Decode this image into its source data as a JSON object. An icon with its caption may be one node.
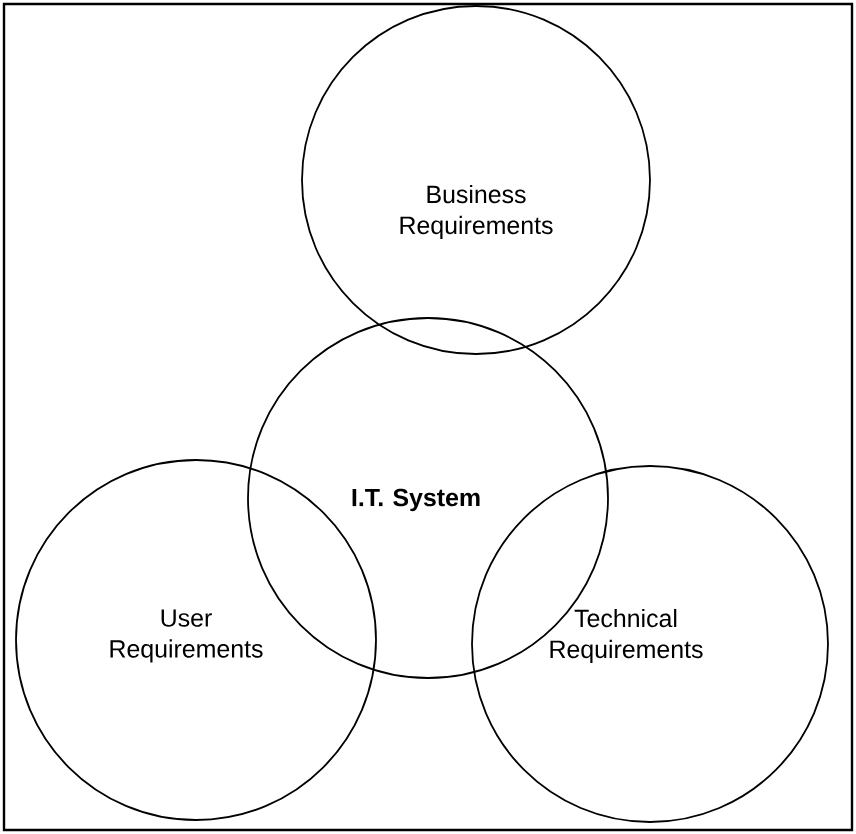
{
  "diagram": {
    "nodes": [
      {
        "text": [
          "Business Requirements"
        ]
      },
      {
        "text": [
          "I.T. System"
        ]
      },
      {
        "text": [
          "User Requirements"
        ]
      },
      {
        "text": [
          "Technical Requirements"
        ]
      }
    ]
  }
}
